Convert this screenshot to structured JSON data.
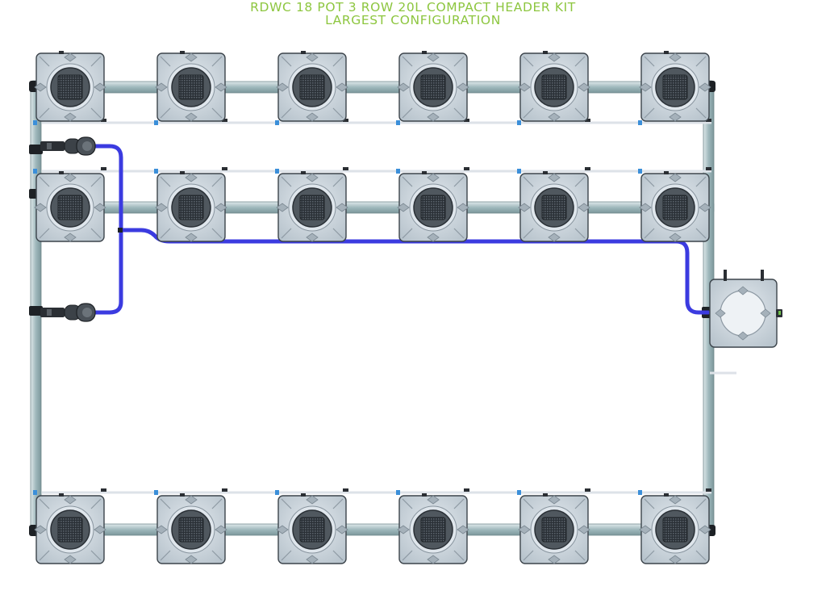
{
  "title": {
    "line1": "RDWC 18 POT 3 ROW 20L COMPACT HEADER KIT",
    "line2": "LARGEST CONFIGURATION"
  },
  "colors": {
    "accent": "#8dc63f",
    "hose": "#3b3be0",
    "pipe": "#9fb8bc",
    "pot": "#c9d3db",
    "basket": "#2e343b"
  },
  "layout_counts": {
    "rows": 3,
    "pots_per_row": 6,
    "pots_total": 18,
    "pumps": 2,
    "control_units": 1
  }
}
